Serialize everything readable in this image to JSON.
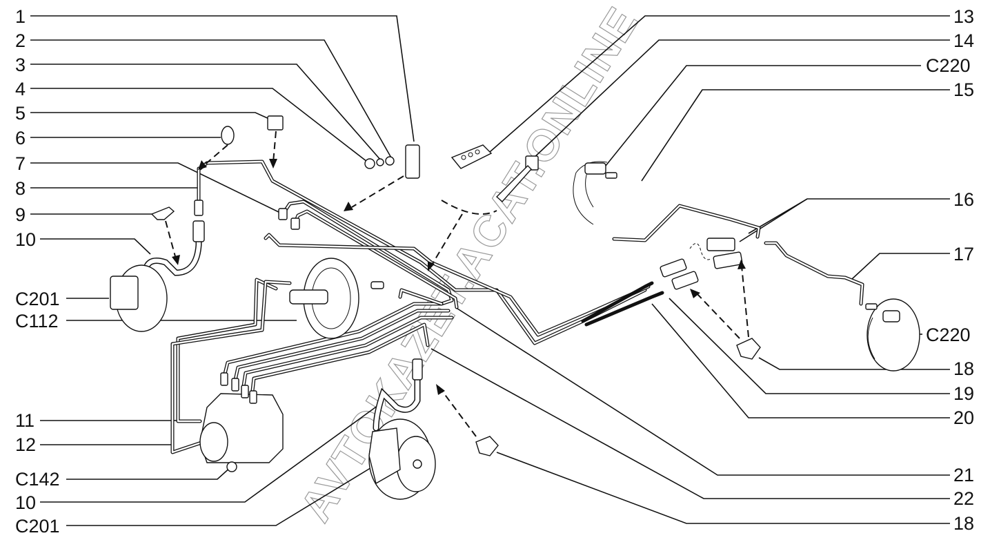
{
  "diagram": {
    "title": "Brake lines exploded view",
    "watermark": "AVTOKAZET.ACAT.ONLINE",
    "left_callouts": [
      {
        "id": "1",
        "label": "1"
      },
      {
        "id": "2",
        "label": "2"
      },
      {
        "id": "3",
        "label": "3"
      },
      {
        "id": "4",
        "label": "4"
      },
      {
        "id": "5",
        "label": "5"
      },
      {
        "id": "6",
        "label": "6"
      },
      {
        "id": "7",
        "label": "7"
      },
      {
        "id": "8",
        "label": "8"
      },
      {
        "id": "9",
        "label": "9"
      },
      {
        "id": "10",
        "label": "10"
      },
      {
        "id": "C201",
        "label": "C201"
      },
      {
        "id": "C112",
        "label": "C112"
      },
      {
        "id": "11",
        "label": "11"
      },
      {
        "id": "12",
        "label": "12"
      },
      {
        "id": "C142",
        "label": "C142"
      },
      {
        "id": "10b",
        "label": "10"
      },
      {
        "id": "C201b",
        "label": "C201"
      }
    ],
    "right_callouts": [
      {
        "id": "13",
        "label": "13"
      },
      {
        "id": "14",
        "label": "14"
      },
      {
        "id": "C220",
        "label": "C220"
      },
      {
        "id": "15",
        "label": "15"
      },
      {
        "id": "16",
        "label": "16"
      },
      {
        "id": "17",
        "label": "17"
      },
      {
        "id": "C220b",
        "label": "C220"
      },
      {
        "id": "18",
        "label": "18"
      },
      {
        "id": "19",
        "label": "19"
      },
      {
        "id": "20",
        "label": "20"
      },
      {
        "id": "21",
        "label": "21"
      },
      {
        "id": "22",
        "label": "22"
      },
      {
        "id": "18b",
        "label": "18"
      }
    ]
  }
}
